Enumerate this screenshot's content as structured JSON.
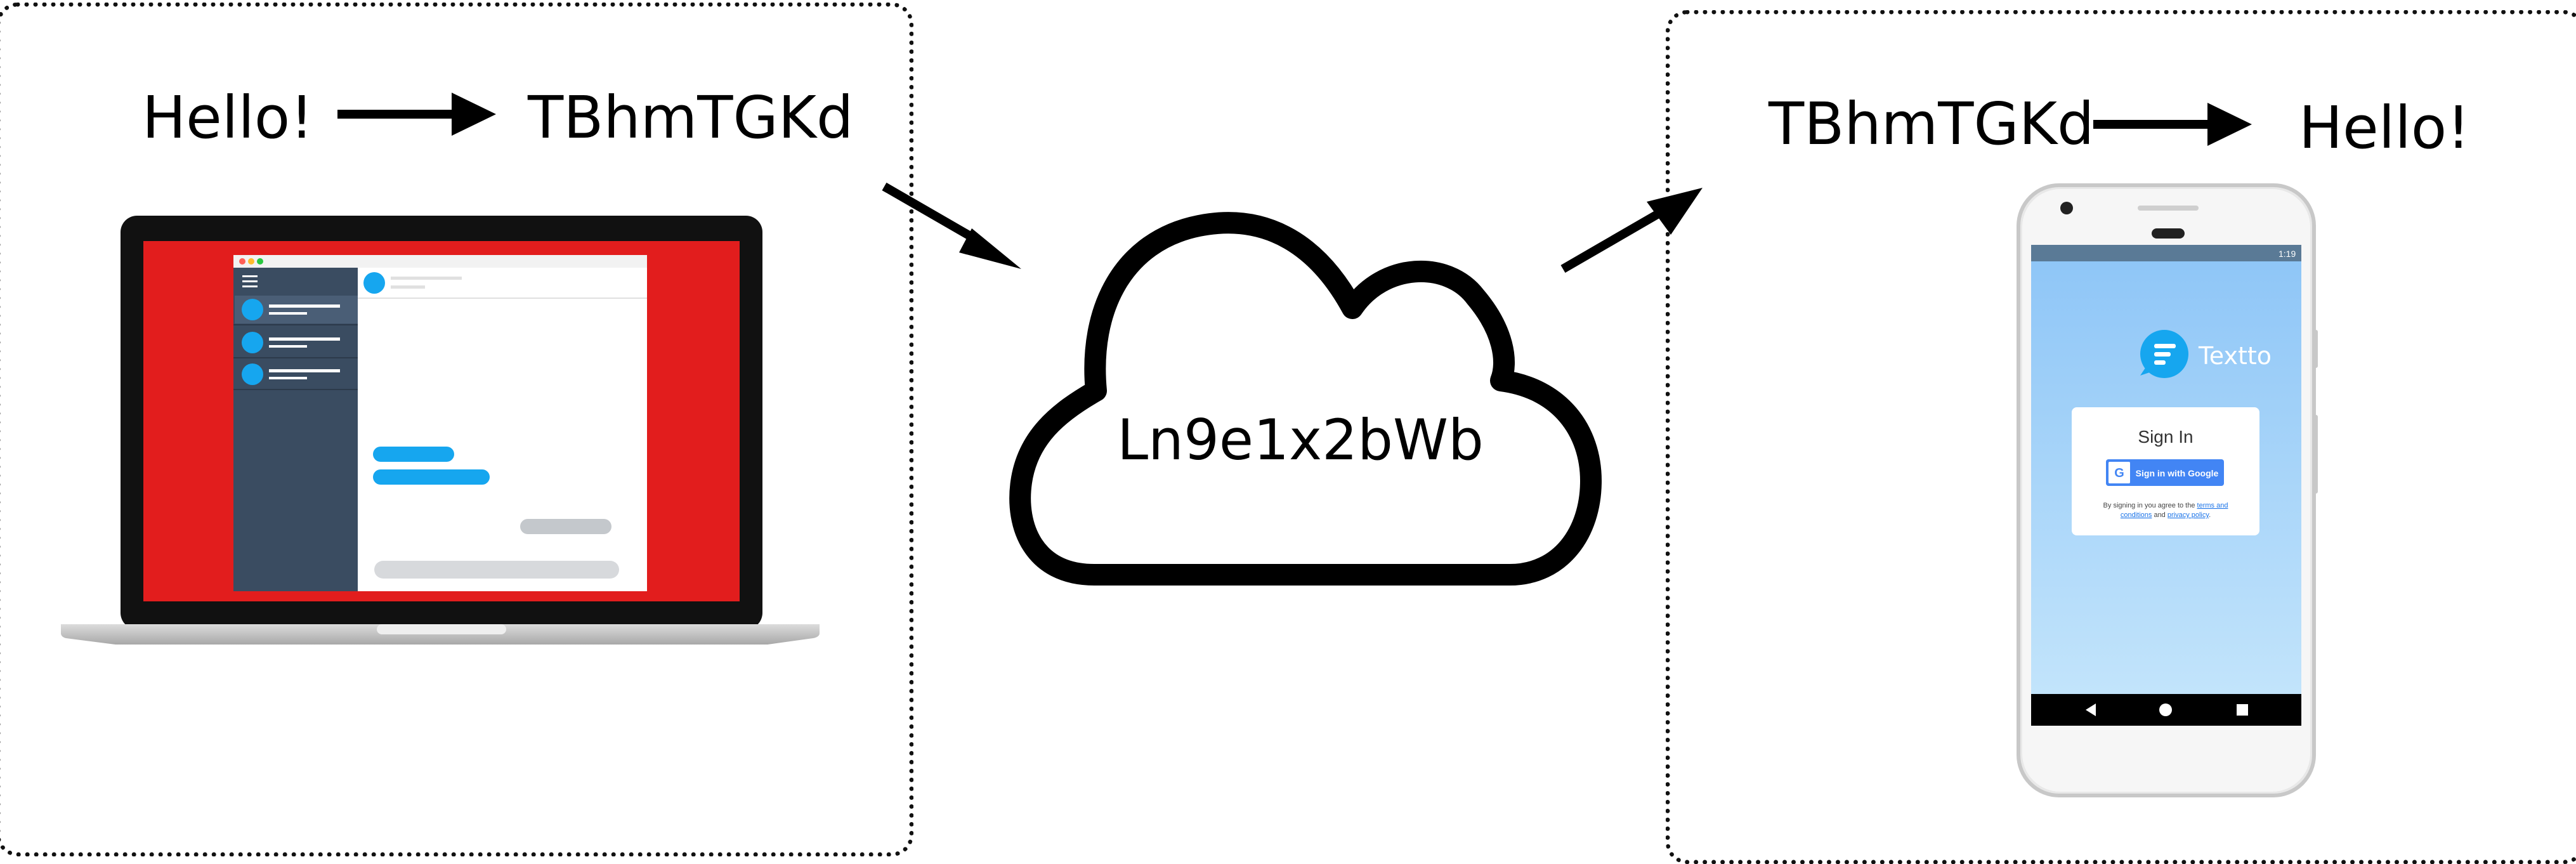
{
  "sender": {
    "plaintext": "Hello!",
    "ciphertext": "TBhmTGKd"
  },
  "cloud": {
    "label": "Ln9e1x2bWb"
  },
  "receiver": {
    "ciphertext": "TBhmTGKd",
    "plaintext": "Hello!"
  },
  "phone_app": {
    "app_name": "Textto",
    "status_time": "1:19",
    "signin_title": "Sign In",
    "google_button": "Sign in with Google",
    "terms_line1": "By signing in you agree to the ",
    "terms_link1": "terms and",
    "terms_line2_link": "conditions",
    "terms_line2_mid": " and ",
    "terms_link2": "privacy policy",
    "terms_end": "."
  },
  "colors": {
    "laptop_bg": "#e21d1d",
    "sidebar": "#3a4c61",
    "bubble": "#16a6ef",
    "phone_screen_top": "#90c8f8",
    "phone_screen_bottom": "#bfe3fb",
    "google_blue": "#4285f4"
  }
}
